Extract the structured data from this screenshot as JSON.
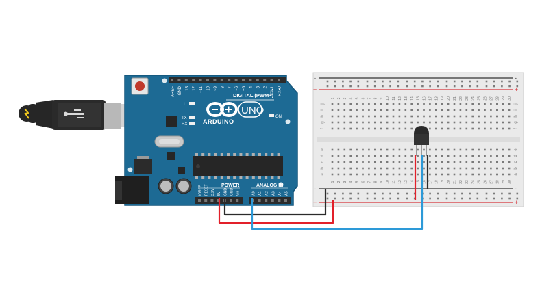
{
  "board": {
    "brand": "ARDUINO",
    "model": "UNO",
    "digital_label": "DIGITAL (PWM~)",
    "power_label": "POWER",
    "analog_label": "ANALOG IN",
    "on_label": "ON",
    "led_labels": [
      "L",
      "TX",
      "RX"
    ],
    "digital_pins": [
      "AREF",
      "GND",
      "13",
      "12",
      "~11",
      "~10",
      "~9",
      "8",
      "7",
      "~6",
      "~5",
      "4",
      "~3",
      "2",
      "TX▸1",
      "RX◂0"
    ],
    "power_pins": [
      "IOREF",
      "RESET",
      "3.3V",
      "5V",
      "GND",
      "GND",
      "Vin"
    ],
    "analog_pins": [
      "A0",
      "A1",
      "A2",
      "A3",
      "A4",
      "A5"
    ]
  },
  "breadboard": {
    "top_rows": [
      "j",
      "i",
      "h",
      "g",
      "f"
    ],
    "bottom_rows": [
      "e",
      "d",
      "c",
      "b",
      "a"
    ],
    "columns": [
      "1",
      "2",
      "3",
      "4",
      "5",
      "6",
      "7",
      "8",
      "9",
      "10",
      "11",
      "12",
      "13",
      "14",
      "15",
      "16",
      "17",
      "18",
      "19",
      "20",
      "21",
      "22",
      "23",
      "24",
      "25",
      "26",
      "27",
      "28",
      "29",
      "30"
    ],
    "rail_plus": "+",
    "rail_minus": "-"
  },
  "colors": {
    "board": "#1d6a94",
    "board_dark": "#15557a",
    "breadboard": "#eaeaea",
    "wire_red": "#e2202a",
    "wire_black": "#2b2b2b",
    "wire_blue": "#2d9ad8",
    "rail_red": "#d6343a",
    "rail_black": "#333333"
  }
}
